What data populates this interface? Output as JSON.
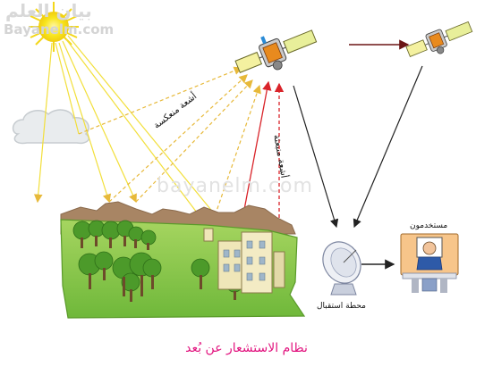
{
  "watermark": {
    "arabic": "بيان العلم",
    "latin": "Bayanelm.com",
    "center": "bayanelm.com"
  },
  "labels": {
    "reflected_rays": "أشعة منعكسة",
    "emitted_rays": "أشعة منبعثة",
    "receiving_station": "محطة استقبال",
    "users": "مستخدمون"
  },
  "caption": "نظام الاستشعار عن بُعد",
  "colors": {
    "sun": "#f5e11a",
    "sun_rays": "#f2df3a",
    "reflected": "#e7b93a",
    "emitted": "#d9242a",
    "arrows": "#222222",
    "satellite_arrow": "#7a1a1a",
    "mountain": "#9b7a5a",
    "land": "#8cc84b",
    "caption": "#e2147f"
  }
}
